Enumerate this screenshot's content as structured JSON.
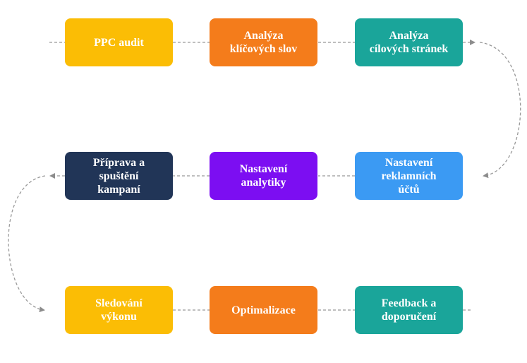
{
  "colors": {
    "yellow": "#fbbd05",
    "orange": "#f47c1b",
    "teal": "#1aa59a",
    "navy": "#213557",
    "violet": "#7c0ef2",
    "blue": "#3b9af3",
    "connector": "#999999"
  },
  "steps": [
    {
      "label": "PPC audit",
      "color": "yellow"
    },
    {
      "label": "Analýza\nklíčových slov",
      "color": "orange"
    },
    {
      "label": "Analýza\ncílových stránek",
      "color": "teal"
    },
    {
      "label": "Nastavení\nreklamních\núčtů",
      "color": "blue"
    },
    {
      "label": "Nastavení\nanalytiky",
      "color": "violet"
    },
    {
      "label": "Příprava a\nspuštění\nkampaní",
      "color": "navy"
    },
    {
      "label": "Sledování\nvýkonu",
      "color": "yellow"
    },
    {
      "label": "Optimalizace",
      "color": "orange"
    },
    {
      "label": "Feedback a\ndoporučení",
      "color": "teal"
    }
  ]
}
